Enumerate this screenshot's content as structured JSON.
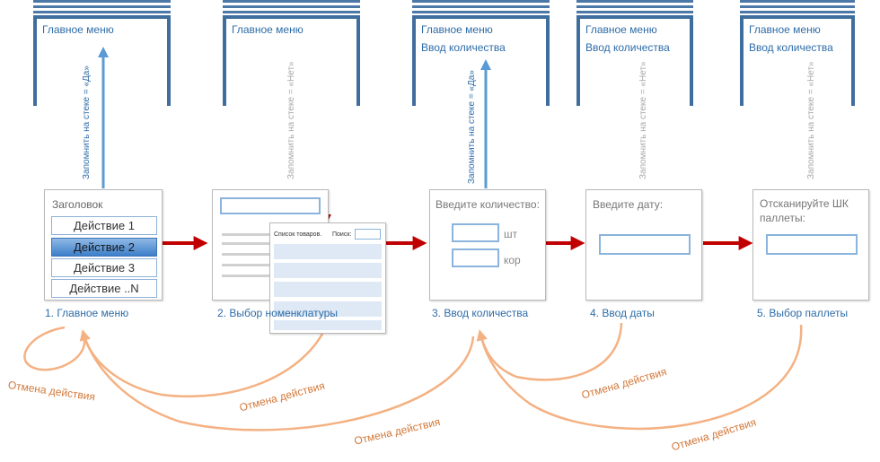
{
  "stacks": [
    {
      "lines": [
        "Главное меню"
      ]
    },
    {
      "lines": [
        "Главное меню"
      ]
    },
    {
      "lines": [
        "Главное меню",
        "Ввод количества"
      ]
    },
    {
      "lines": [
        "Главное меню",
        "Ввод количества"
      ]
    },
    {
      "lines": [
        "Главное меню",
        "Ввод количества"
      ]
    }
  ],
  "push_labels": {
    "yes": "Запомнить на стеке = «Да»",
    "no": "Запомнить на стеке = «Нет»"
  },
  "screens": {
    "menu": {
      "header": "Заголовок",
      "actions": [
        "Действие 1",
        "Действие 2",
        "Действие 3",
        "Действие ..N"
      ],
      "selected_index": 1,
      "caption": "1. Главное меню"
    },
    "nomenclature": {
      "list_title": "Список товаров.",
      "search_label": "Поиск:",
      "caption": "2. Выбор номенклатуры"
    },
    "quantity": {
      "prompt": "Введите количество:",
      "unit1": "шт",
      "unit2": "кор",
      "caption": "3. Ввод количества"
    },
    "date": {
      "prompt": "Введите дату:",
      "caption": "4. Ввод даты"
    },
    "pallet": {
      "prompt_line1": "Отсканируйте ШК",
      "prompt_line2": "паллеты:",
      "caption": "5. Выбор паллеты"
    }
  },
  "undo_label": "Отмена действия",
  "colors": {
    "stack_border": "#3f6e9e",
    "accent_text": "#2e6ca8",
    "flow_arrow": "#c00000",
    "push_arrow": "#5b9bd5",
    "undo_arc": "#f4b183",
    "undo_text": "#d2783a"
  }
}
